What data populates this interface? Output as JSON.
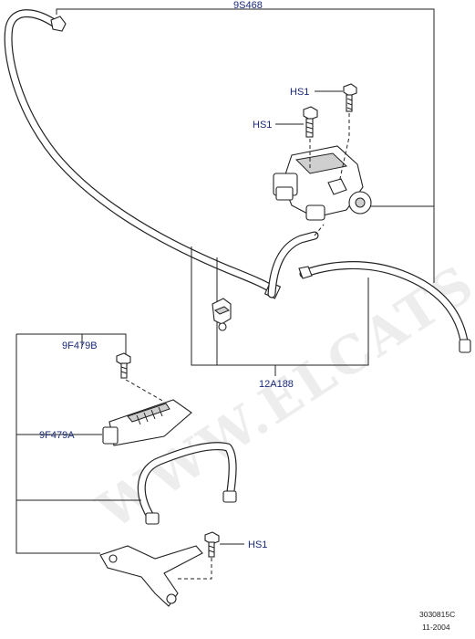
{
  "callouts": {
    "top_hose": "9S468",
    "hs1_top": "HS1",
    "hs1_mid": "HS1",
    "lower_hose": "12A188",
    "bolt_upper": "9F479B",
    "sensor": "9F479A",
    "hs1_bottom": "HS1"
  },
  "footer": {
    "code": "3030815C",
    "date": "11-2004"
  },
  "watermark": "WWW.ELCATS.RU"
}
